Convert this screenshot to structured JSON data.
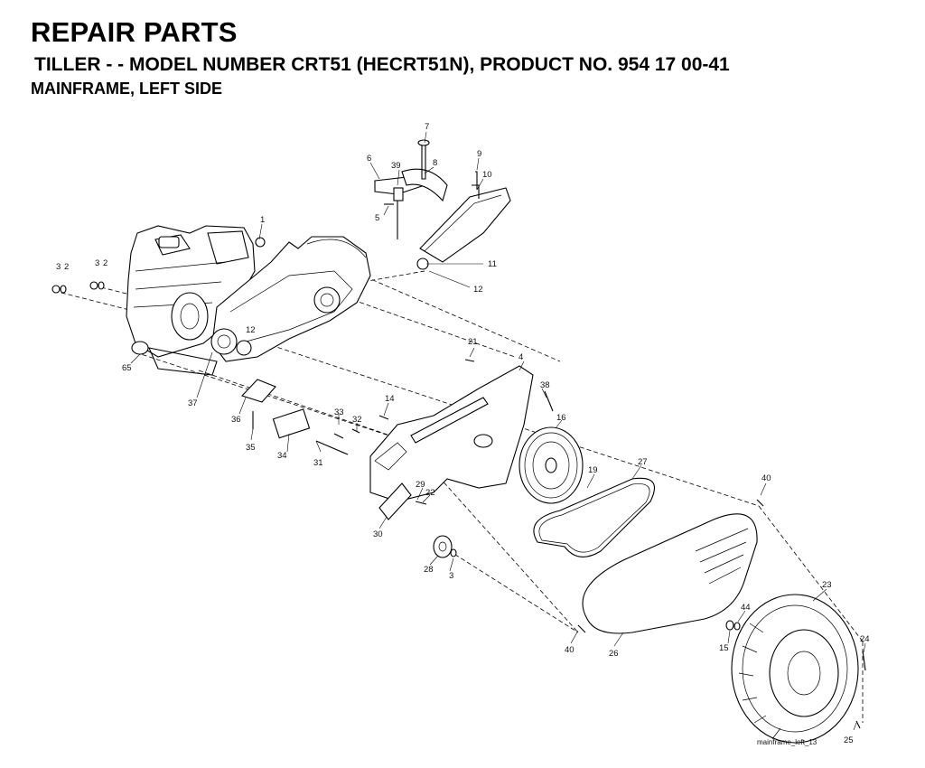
{
  "header": {
    "title": "REPAIR PARTS",
    "subtitle": "TILLER - - MODEL NUMBER CRT51 (HECRT51N), PRODUCT NO. 954 17 00-41",
    "section": "MAINFRAME, LEFT SIDE"
  },
  "callouts": [
    "1",
    "2",
    "3",
    "4",
    "5",
    "6",
    "7",
    "8",
    "9",
    "10",
    "11",
    "12",
    "14",
    "15",
    "16",
    "19",
    "21",
    "22",
    "23",
    "24",
    "25",
    "26",
    "27",
    "28",
    "29",
    "30",
    "31",
    "32",
    "33",
    "34",
    "35",
    "36",
    "37",
    "38",
    "39",
    "40",
    "44",
    "65"
  ],
  "figure_id": "mainframe_left_13"
}
